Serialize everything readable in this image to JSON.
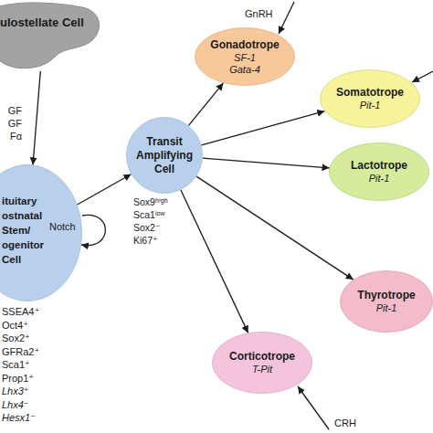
{
  "diagram": {
    "nodes": [
      {
        "text": [
          "ulostellate Cell"
        ]
      },
      {
        "text": [
          "ituitary ostnatal Stem/ ogenitor Cell"
        ]
      },
      {
        "text": [
          "Transit Amplifying Cell"
        ]
      },
      {
        "text": [
          "Gonadotrope",
          "SF-1 Gata-4"
        ]
      },
      {
        "text": [
          "Somatotrope",
          "Pit-1"
        ]
      },
      {
        "text": [
          "Lactotrope",
          "Pit-1"
        ]
      },
      {
        "text": [
          "Thyrotrope",
          "Pit-1"
        ]
      },
      {
        "text": [
          "Corticotrope",
          "T-Pit"
        ]
      }
    ],
    "edges": [
      {
        "from": 0,
        "to": 1,
        "label": "GF GF Fα",
        "arrow": "to"
      },
      {
        "from": 1,
        "to": 2,
        "arrow": "to"
      },
      {
        "from": 2,
        "to": 3,
        "arrow": "to"
      },
      {
        "from": 2,
        "to": 4,
        "arrow": "to"
      },
      {
        "from": 2,
        "to": 5,
        "arrow": "to"
      },
      {
        "from": 2,
        "to": 6,
        "arrow": "to"
      },
      {
        "from": 2,
        "to": 7,
        "arrow": "to"
      }
    ],
    "labels": [
      "Notch",
      "Sox9ʰⁱᵍʰ",
      "Sca1ˡᵒʷ",
      "Sox2⁻",
      "Ki67⁺",
      "SSEA4⁺",
      "Oct4⁺",
      "Sox2⁺",
      "GFRa2⁺",
      "Sca1⁺",
      "Prop1⁺",
      "Lhx3⁺",
      "Lhx4⁻",
      "Hesx1⁻",
      "GnRH",
      "CRH"
    ]
  }
}
